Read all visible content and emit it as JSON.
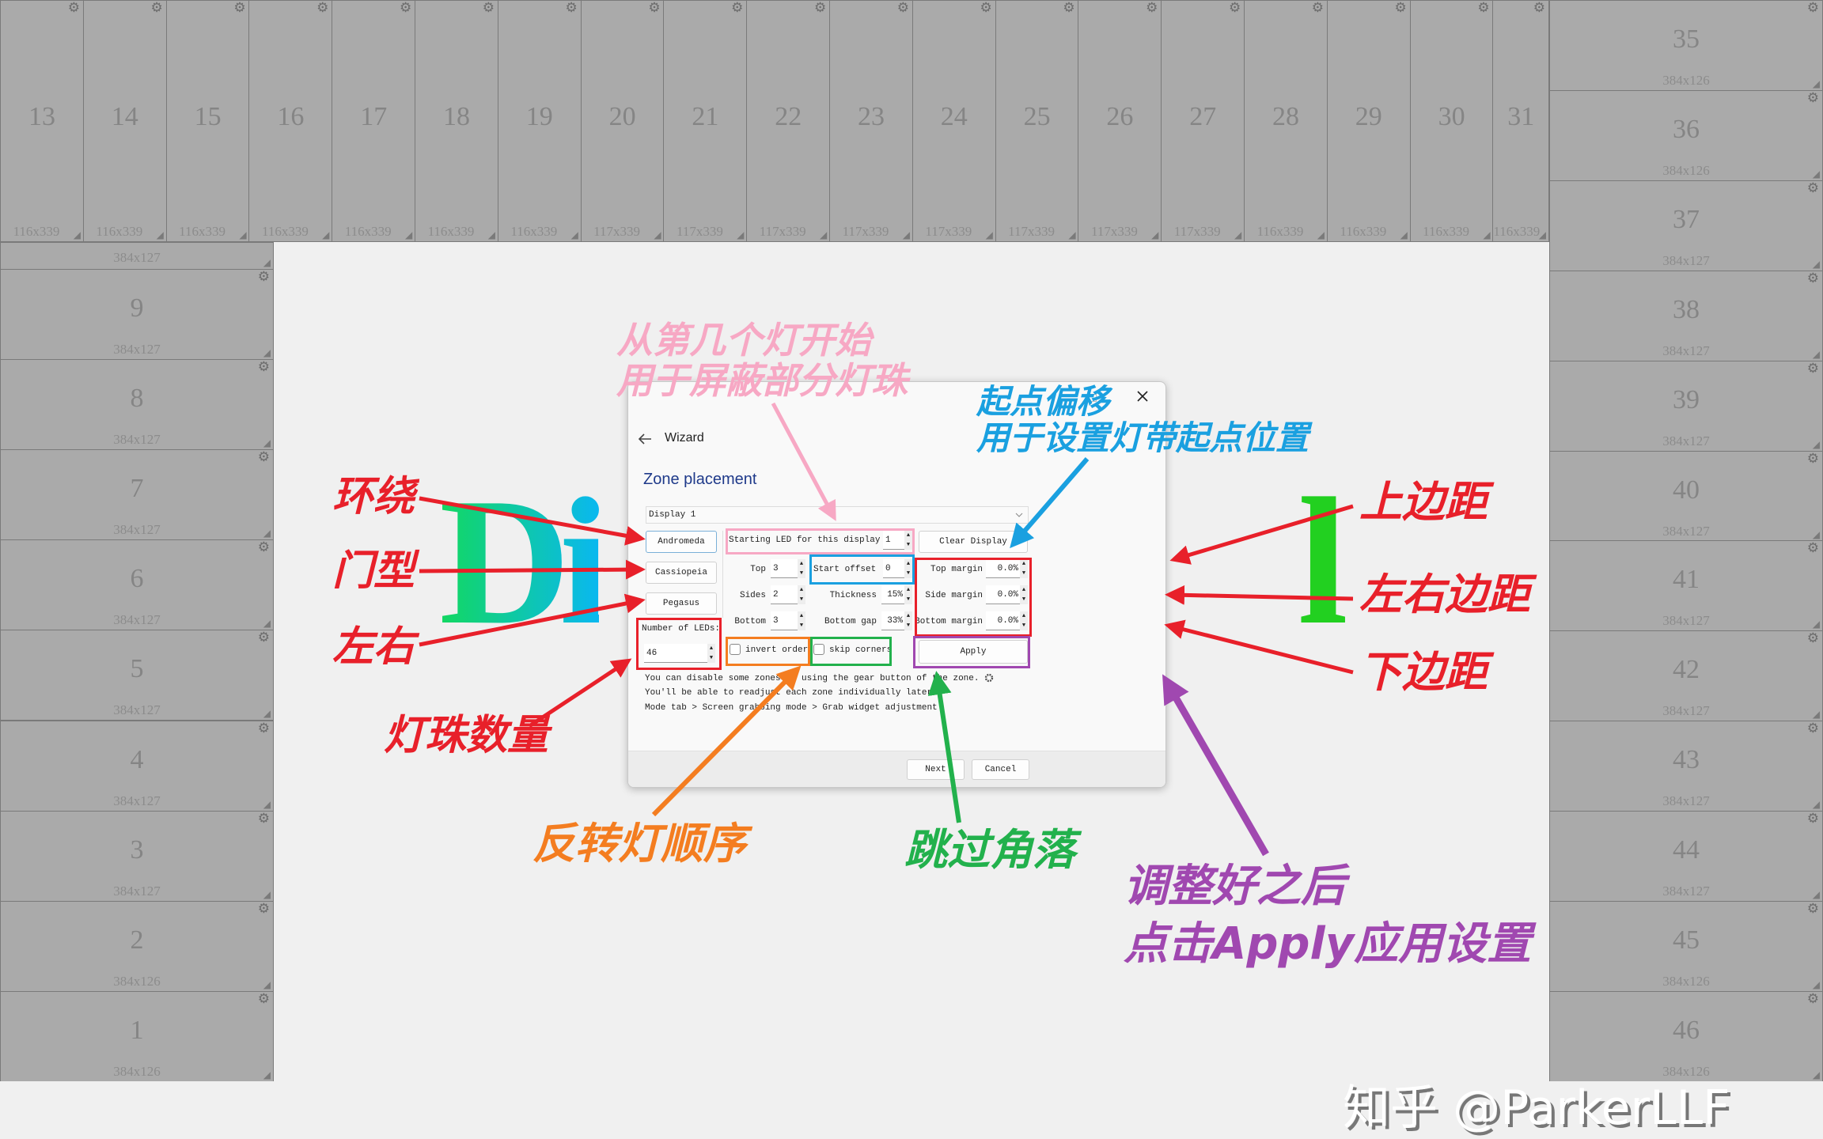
{
  "colors": {
    "tile_bg": "#aaaaaa",
    "page_bg": "#f0f0f0",
    "pink": "#f7a8c4",
    "blue": "#1aa0e0",
    "red": "#e8202a",
    "orange": "#f47d20",
    "green": "#22b14c",
    "purple": "#a048b0"
  },
  "zones": {
    "top": [
      {
        "n": "13",
        "size": "116x339"
      },
      {
        "n": "14",
        "size": "116x339"
      },
      {
        "n": "15",
        "size": "116x339"
      },
      {
        "n": "16",
        "size": "116x339"
      },
      {
        "n": "17",
        "size": "116x339"
      },
      {
        "n": "18",
        "size": "116x339"
      },
      {
        "n": "19",
        "size": "116x339"
      },
      {
        "n": "20",
        "size": "117x339"
      },
      {
        "n": "21",
        "size": "117x339"
      },
      {
        "n": "22",
        "size": "117x339"
      },
      {
        "n": "23",
        "size": "117x339"
      },
      {
        "n": "24",
        "size": "117x339"
      },
      {
        "n": "25",
        "size": "117x339"
      },
      {
        "n": "26",
        "size": "117x339"
      },
      {
        "n": "27",
        "size": "117x339"
      },
      {
        "n": "28",
        "size": "116x339"
      },
      {
        "n": "29",
        "size": "116x339"
      },
      {
        "n": "30",
        "size": "116x339"
      },
      {
        "n": "31",
        "size": "116x339"
      }
    ],
    "left": [
      {
        "n": "",
        "size": "384x127"
      },
      {
        "n": "9",
        "size": "384x127"
      },
      {
        "n": "8",
        "size": "384x127"
      },
      {
        "n": "7",
        "size": "384x127"
      },
      {
        "n": "6",
        "size": "384x127"
      },
      {
        "n": "5",
        "size": "384x127"
      },
      {
        "n": "4",
        "size": "384x127"
      },
      {
        "n": "3",
        "size": "384x127"
      },
      {
        "n": "2",
        "size": "384x126"
      },
      {
        "n": "1",
        "size": "384x126"
      }
    ],
    "right": [
      {
        "n": "35",
        "size": "384x126"
      },
      {
        "n": "36",
        "size": "384x126"
      },
      {
        "n": "37",
        "size": "384x127"
      },
      {
        "n": "38",
        "size": "384x127"
      },
      {
        "n": "39",
        "size": "384x127"
      },
      {
        "n": "40",
        "size": "384x127"
      },
      {
        "n": "41",
        "size": "384x127"
      },
      {
        "n": "42",
        "size": "384x127"
      },
      {
        "n": "43",
        "size": "384x127"
      },
      {
        "n": "44",
        "size": "384x127"
      },
      {
        "n": "45",
        "size": "384x126"
      },
      {
        "n": "46",
        "size": "384x126"
      }
    ]
  },
  "overlay_letters": {
    "left": "Di",
    "right": "l"
  },
  "dialog": {
    "back_icon": "arrow-left",
    "title": "Wizard",
    "close_icon": "close-x",
    "heading": "Zone placement",
    "display_select": "Display 1",
    "presets": [
      "Andromeda",
      "Cassiopeia",
      "Pegasus"
    ],
    "num_leds_label": "Number of LEDs:",
    "num_leds": "46",
    "starting_led_label": "Starting LED for this display",
    "starting_led": "1",
    "clear_display": "Clear Display",
    "top_label": "Top",
    "top": "3",
    "sides_label": "Sides",
    "sides": "2",
    "bottom_label": "Bottom",
    "bottom": "3",
    "start_offset_label": "Start offset",
    "start_offset": "0",
    "thickness_label": "Thickness",
    "thickness": "15%",
    "bottom_gap_label": "Bottom gap",
    "bottom_gap": "33%",
    "top_margin_label": "Top margin",
    "top_margin": "0.0%",
    "side_margin_label": "Side margin",
    "side_margin": "0.0%",
    "bottom_margin_label": "Bottom margin",
    "bottom_margin": "0.0%",
    "invert_order": "invert order",
    "skip_corners": "skip corners",
    "apply": "Apply",
    "help": [
      "You can disable some zones by using the gear button of the zone.",
      "You'll be able to readjust each zone individually later:",
      "Mode tab > Screen grabbing mode > Grab widget adjustment"
    ],
    "next": "Next",
    "cancel": "Cancel"
  },
  "annotations": {
    "starting_led": [
      "从第几个灯开始",
      "用于屏蔽部分灯珠"
    ],
    "start_offset": [
      "起点偏移",
      "用于设置灯带起点位置"
    ],
    "andromeda": "环绕",
    "cassiopeia": "门型",
    "pegasus": "左右",
    "num_leds": "灯珠数量",
    "top_margin": "上边距",
    "side_margin": "左右边距",
    "bottom_margin": "下边距",
    "invert": "反转灯顺序",
    "skip": "跳过角落",
    "apply": [
      "调整好之后",
      "点击Apply应用设置"
    ]
  },
  "watermark": "知乎 @ParkerLLF"
}
